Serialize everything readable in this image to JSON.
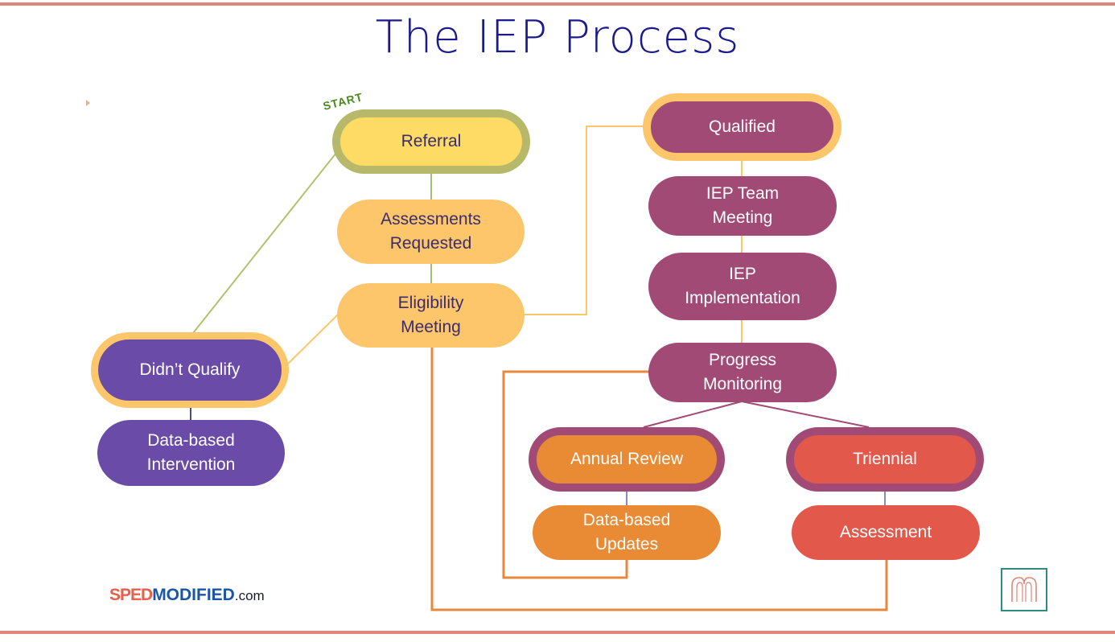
{
  "title": "The IEP Process",
  "start_label": "START",
  "brand": {
    "part1": "SPED",
    "part2": "MODIFIED",
    "part3": ".com"
  },
  "colors": {
    "rule": "#e0877a",
    "title": "#1a1a8e",
    "yellow": "#fddb64",
    "olive_ring": "#b7b86a",
    "light_orange": "#fdc66b",
    "purple": "#a24a76",
    "violet": "#6a4ca8",
    "orange": "#e98a34",
    "red": "#e2584b",
    "line_orange": "#e7883f",
    "line_green": "#a8bd6e"
  },
  "nodes": {
    "referral": "Referral",
    "assessments_requested": "Assessments\nRequested",
    "eligibility_meeting": "Eligibility\nMeeting",
    "didnt_qualify": "Didn’t Qualify",
    "data_based_intervention": "Data-based\nIntervention",
    "qualified": "Qualified",
    "iep_team_meeting": "IEP Team\nMeeting",
    "iep_implementation": "IEP\nImplementation",
    "progress_monitoring": "Progress\nMonitoring",
    "annual_review": "Annual Review",
    "data_based_updates": "Data-based\nUpdates",
    "triennial": "Triennial",
    "assessment": "Assessment"
  }
}
